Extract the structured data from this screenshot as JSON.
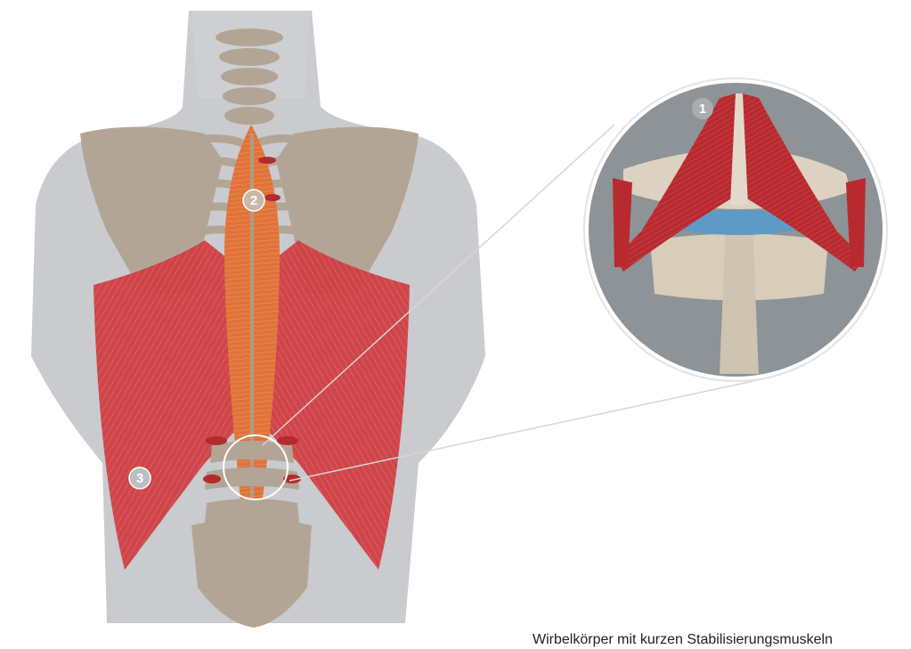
{
  "markers": {
    "m1": "1",
    "m2": "2",
    "m3": "3"
  },
  "caption": "Wirbelkörper mit kurzen Stabilisierungsmuskeln",
  "colors": {
    "body_silhouette": "#c9cbce",
    "bone": "#b3a595",
    "muscle_red": "#c9383c",
    "erector_orange": "#e0733a",
    "disc_blue": "#5e9bc4",
    "callout_line": "#d6d6d6"
  }
}
